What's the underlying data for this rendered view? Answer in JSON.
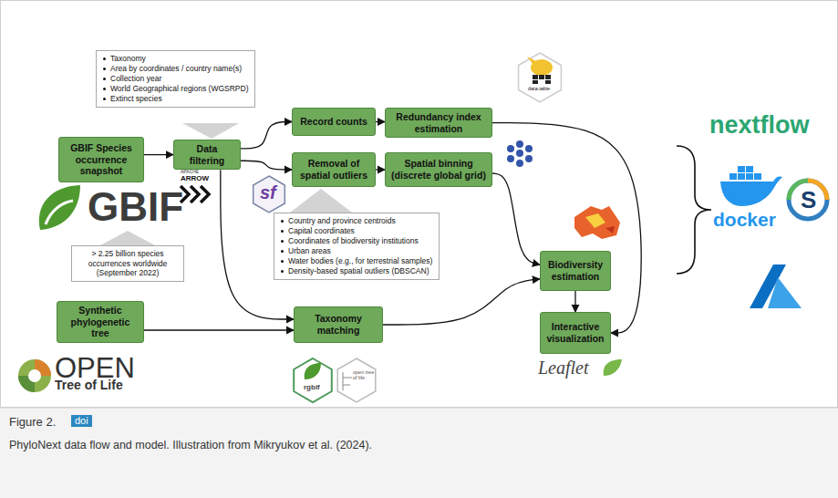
{
  "diagram": {
    "caption": "PhyloNext data flow and model. Illustration from Mikryukov et al. (2024).",
    "nodes": [
      {
        "text": [
          "Taxonomy",
          "Area by coordinates / country name(s)",
          "Collection year",
          "World Geographical regions (WGSRPD)",
          "Extinct species"
        ]
      },
      {
        "text": [
          "GBIF Species occurrence snapshot"
        ]
      },
      {
        "text": [
          "Data filtering"
        ]
      },
      {
        "text": [
          "Record counts"
        ]
      },
      {
        "text": [
          "Redundancy index estimation"
        ]
      },
      {
        "text": [
          "Removal of spatial outliers"
        ]
      },
      {
        "text": [
          "Spatial binning (discrete global grid)"
        ]
      },
      {
        "text": [
          "Country and province centroids",
          "Capital coordinates",
          "Coordinates of biodiversity institutions",
          "Urban areas",
          "Water bodies (e.g., for terrestrial samples)",
          "Density-based spatial outliers (DBSCAN)"
        ]
      },
      {
        "text": [
          "> 2.25 billion species occurrences worldwide",
          "(September 2022)"
        ]
      },
      {
        "text": [
          "Biodiversity estimation"
        ]
      },
      {
        "text": [
          "Synthetic phylogenetic tree"
        ]
      },
      {
        "text": [
          "Taxonomy matching"
        ]
      },
      {
        "text": [
          "Interactive visualization"
        ]
      }
    ],
    "edges": [
      {
        "from": 1,
        "to": 2,
        "arrow": "to"
      },
      {
        "from": 2,
        "to": 3,
        "arrow": "to"
      },
      {
        "from": 2,
        "to": 5,
        "arrow": "to"
      },
      {
        "from": 3,
        "to": 4,
        "arrow": "to"
      },
      {
        "from": 5,
        "to": 6,
        "arrow": "to"
      },
      {
        "from": 2,
        "to": 11,
        "arrow": "to"
      },
      {
        "from": 10,
        "to": 11,
        "arrow": "to"
      },
      {
        "from": 6,
        "to": 9,
        "arrow": "to"
      },
      {
        "from": 11,
        "to": 9,
        "arrow": "to"
      },
      {
        "from": 9,
        "to": 12,
        "arrow": "to"
      },
      {
        "from": 4,
        "to": 12,
        "arrow": "to"
      }
    ],
    "labels": [
      "APACHE",
      "ARROW",
      "GBIF",
      "sf",
      "data.table",
      "S",
      "nextflow",
      "docker",
      "OPEN",
      "Tree of Life",
      "rgbif",
      "open tree of life",
      "Leaflet",
      "Figure 2.",
      "doi"
    ]
  }
}
